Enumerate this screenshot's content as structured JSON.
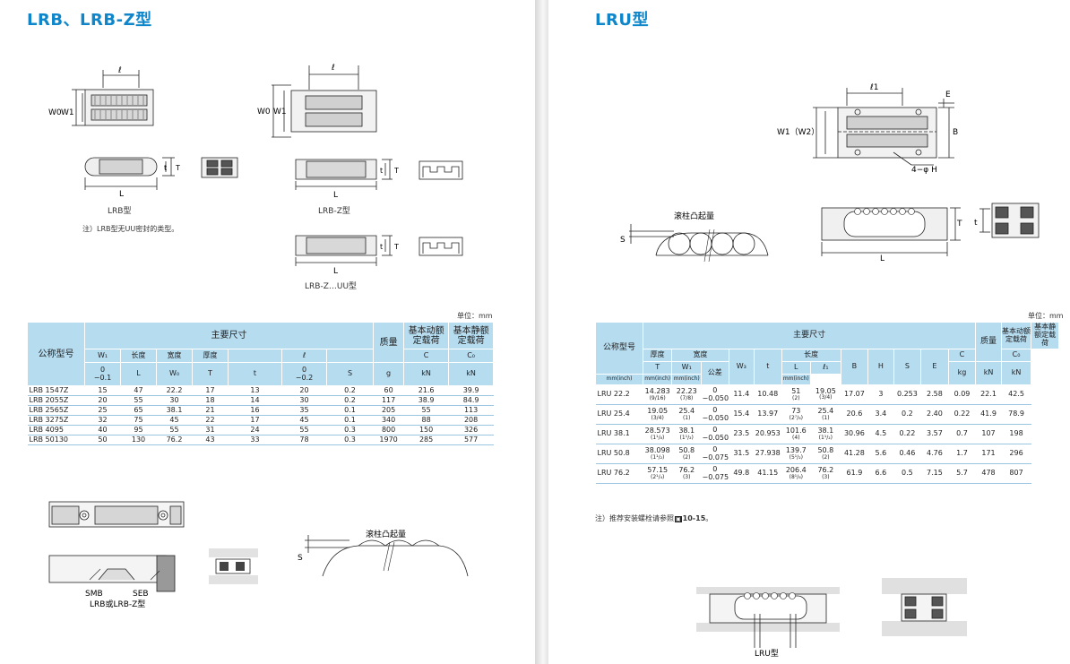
{
  "left": {
    "title": "LRB、LRB-Z型",
    "captions": {
      "lrb": "LRB型",
      "lrbz": "LRB-Z型",
      "lrbzuu": "LRB-Z…UU型",
      "smb": "SMB",
      "seb": "SEB",
      "mount": "LRB或LRB-Z型",
      "bulge": "滚柱凸起量"
    },
    "note": "注）LRB型无UU密封的类型。",
    "unit": "单位：mm",
    "dim_labels": {
      "l": "ℓ",
      "W0": "W0",
      "W1": "W1",
      "t": "t",
      "T": "T",
      "L": "L",
      "S": "S"
    },
    "table": {
      "h_model": "公称型号",
      "h_main": "主要尺寸",
      "h_mass": "质量",
      "h_dyn": "基本动额定载荷",
      "h_sta": "基本静额定载荷",
      "h_W1": "W₁",
      "h_length": "长度",
      "h_width": "宽度",
      "h_thick": "厚度",
      "h_l": "ℓ",
      "s_W1": "0\n−0.1",
      "s_L": "L",
      "s_W0": "W₀",
      "s_T": "T",
      "s_t": "t",
      "s_l": "0\n−0.2",
      "s_S": "S",
      "s_g": "g",
      "s_C": "C",
      "s_C0": "C₀",
      "u_C": "kN",
      "u_C0": "kN",
      "rows": [
        [
          "LRB 1547Z",
          "15",
          "47",
          "22.2",
          "17",
          "13",
          "20",
          "0.2",
          "60",
          "21.6",
          "39.9"
        ],
        [
          "LRB 2055Z",
          "20",
          "55",
          "30",
          "18",
          "14",
          "30",
          "0.2",
          "117",
          "38.9",
          "84.9"
        ],
        [
          "LRB 2565Z",
          "25",
          "65",
          "38.1",
          "21",
          "16",
          "35",
          "0.1",
          "205",
          "55",
          "113"
        ],
        [
          "LRB 3275Z",
          "32",
          "75",
          "45",
          "22",
          "17",
          "45",
          "0.1",
          "340",
          "88",
          "208"
        ],
        [
          "LRB 4095",
          "40",
          "95",
          "55",
          "31",
          "24",
          "55",
          "0.3",
          "800",
          "150",
          "326"
        ],
        [
          "LRB 50130",
          "50",
          "130",
          "76.2",
          "43",
          "33",
          "78",
          "0.3",
          "1970",
          "285",
          "577"
        ]
      ]
    }
  },
  "right": {
    "title": "LRU型",
    "unit": "单位：mm",
    "bulge": "滚柱凸起量",
    "mount_caption": "LRU型",
    "dim_labels": {
      "l1": "ℓ1",
      "E": "E",
      "W1W2": "W1（W2）",
      "B": "B",
      "H": "4−φ H",
      "T": "T",
      "t": "t",
      "L": "L",
      "S": "S"
    },
    "note_prefix": "注）推荐安装螺栓请参照",
    "note_ref": "10-15",
    "note_suffix": "。",
    "table": {
      "h_model": "公称型号",
      "h_main": "主要尺寸",
      "h_mass": "质量",
      "h_dyn": "基本动额定载荷",
      "h_sta": "基本静额定载荷",
      "h_thick": "厚度",
      "h_width": "宽度",
      "h_length": "长度",
      "s_T": "T",
      "s_W1": "W₁",
      "s_tol": "公差",
      "s_W3": "W₃",
      "s_t": "t",
      "s_L": "L",
      "s_l1": "ℓ₁",
      "s_B": "B",
      "s_H": "H",
      "s_S": "S",
      "s_E": "E",
      "s_kg": "kg",
      "s_C": "C",
      "s_C0": "C₀",
      "u_inch": "mm(inch)",
      "u_kN": "kN",
      "rows": [
        [
          "LRU 22.2",
          "14.283",
          "(9/16)",
          "22.23",
          "(7/8)",
          "0",
          "−0.050",
          "11.4",
          "10.48",
          "51",
          "(2)",
          "19.05",
          "(3/4)",
          "17.07",
          "3",
          "0.253",
          "2.58",
          "0.09",
          "22.1",
          "42.5"
        ],
        [
          "LRU 25.4",
          "19.05",
          "(3/4)",
          "25.4",
          "(1)",
          "0",
          "−0.050",
          "15.4",
          "13.97",
          "73",
          "(2⁷/₈)",
          "25.4",
          "(1)",
          "20.6",
          "3.4",
          "0.2",
          "2.40",
          "0.22",
          "41.9",
          "78.9"
        ],
        [
          "LRU 38.1",
          "28.573",
          "(1¹/₈)",
          "38.1",
          "(1¹/₂)",
          "0",
          "−0.050",
          "23.5",
          "20.953",
          "101.6",
          "(4)",
          "38.1",
          "(1¹/₂)",
          "30.96",
          "4.5",
          "0.22",
          "3.57",
          "0.7",
          "107",
          "198"
        ],
        [
          "LRU 50.8",
          "38.098",
          "(1¹/₂)",
          "50.8",
          "(2)",
          "0",
          "−0.075",
          "31.5",
          "27.938",
          "139.7",
          "(5¹/₂)",
          "50.8",
          "(2)",
          "41.28",
          "5.6",
          "0.46",
          "4.76",
          "1.7",
          "171",
          "296"
        ],
        [
          "LRU 76.2",
          "57.15",
          "(2¹/₄)",
          "76.2",
          "(3)",
          "0",
          "−0.075",
          "49.8",
          "41.15",
          "206.4",
          "(8¹/₈)",
          "76.2",
          "(3)",
          "61.9",
          "6.6",
          "0.5",
          "7.15",
          "5.7",
          "478",
          "807"
        ]
      ]
    }
  }
}
